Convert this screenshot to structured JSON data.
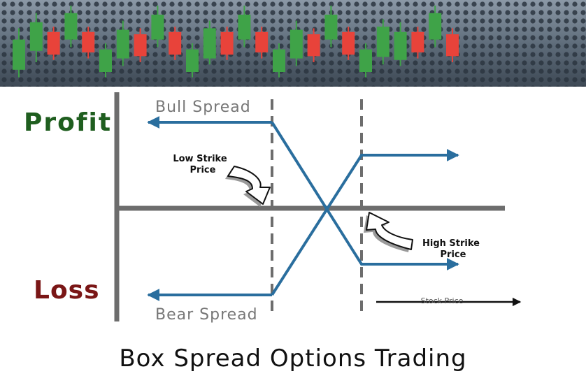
{
  "labels": {
    "profit": "Profit",
    "loss": "Loss",
    "bull_spread": "Bull Spread",
    "bear_spread": "Bear Spread",
    "low_strike_line1": "Low Strike",
    "low_strike_line2": "Price",
    "high_strike_line1": "High Strike",
    "high_strike_line2": "Price",
    "stock_price": "Stock Price"
  },
  "title": "Box Spread Options Trading",
  "colors": {
    "payoff_line": "#2a6e9e",
    "axis": "#6d6d6d",
    "strike_line": "#6d6d6d",
    "profit": "#1f5e1f",
    "loss": "#7a1616",
    "candle_up": "#3fa348",
    "candle_down": "#e8433a",
    "banner_bg": "#5c6a78"
  },
  "banner": {
    "candles": [
      {
        "dir": "up",
        "open": 0.15,
        "close": 0.55,
        "high": 0.7,
        "low": 0.05
      },
      {
        "dir": "up",
        "open": 0.4,
        "close": 0.78,
        "high": 0.9,
        "low": 0.25
      },
      {
        "dir": "down",
        "open": 0.65,
        "close": 0.35,
        "high": 0.72,
        "low": 0.28
      },
      {
        "dir": "up",
        "open": 0.55,
        "close": 0.9,
        "high": 1.0,
        "low": 0.45
      },
      {
        "dir": "down",
        "open": 0.65,
        "close": 0.38,
        "high": 0.72,
        "low": 0.3
      },
      {
        "dir": "up",
        "open": 0.12,
        "close": 0.42,
        "high": 0.5,
        "low": 0.05
      },
      {
        "dir": "up",
        "open": 0.3,
        "close": 0.68,
        "high": 0.8,
        "low": 0.2
      },
      {
        "dir": "down",
        "open": 0.62,
        "close": 0.33,
        "high": 0.7,
        "low": 0.25
      },
      {
        "dir": "up",
        "open": 0.55,
        "close": 0.88,
        "high": 1.0,
        "low": 0.45
      },
      {
        "dir": "down",
        "open": 0.65,
        "close": 0.35,
        "high": 0.72,
        "low": 0.28
      },
      {
        "dir": "up",
        "open": 0.12,
        "close": 0.42,
        "high": 0.5,
        "low": 0.05
      },
      {
        "dir": "up",
        "open": 0.3,
        "close": 0.7,
        "high": 0.8,
        "low": 0.22
      },
      {
        "dir": "down",
        "open": 0.65,
        "close": 0.35,
        "high": 0.72,
        "low": 0.28
      },
      {
        "dir": "up",
        "open": 0.55,
        "close": 0.88,
        "high": 1.0,
        "low": 0.45
      },
      {
        "dir": "down",
        "open": 0.65,
        "close": 0.38,
        "high": 0.72,
        "low": 0.3
      },
      {
        "dir": "up",
        "open": 0.12,
        "close": 0.42,
        "high": 0.5,
        "low": 0.05
      },
      {
        "dir": "up",
        "open": 0.3,
        "close": 0.68,
        "high": 0.8,
        "low": 0.2
      },
      {
        "dir": "down",
        "open": 0.62,
        "close": 0.33,
        "high": 0.7,
        "low": 0.25
      },
      {
        "dir": "up",
        "open": 0.55,
        "close": 0.88,
        "high": 1.0,
        "low": 0.45
      },
      {
        "dir": "down",
        "open": 0.65,
        "close": 0.35,
        "high": 0.72,
        "low": 0.28
      },
      {
        "dir": "up",
        "open": 0.12,
        "close": 0.42,
        "high": 0.5,
        "low": 0.05
      },
      {
        "dir": "up",
        "open": 0.32,
        "close": 0.72,
        "high": 0.82,
        "low": 0.22
      },
      {
        "dir": "up",
        "open": 0.28,
        "close": 0.65,
        "high": 0.78,
        "low": 0.2
      },
      {
        "dir": "down",
        "open": 0.65,
        "close": 0.38,
        "high": 0.72,
        "low": 0.3
      },
      {
        "dir": "up",
        "open": 0.55,
        "close": 0.9,
        "high": 1.0,
        "low": 0.45
      },
      {
        "dir": "down",
        "open": 0.62,
        "close": 0.33,
        "high": 0.7,
        "low": 0.25
      }
    ]
  }
}
